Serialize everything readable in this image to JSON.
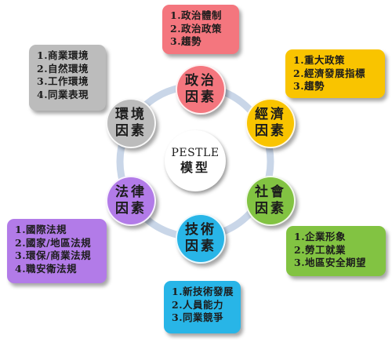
{
  "center": {
    "line1": "PESTLE",
    "line2": "模型"
  },
  "colors": {
    "ring": "#c9d6e8",
    "politics": "#f4767e",
    "economy": "#f9c400",
    "society": "#82c342",
    "technology": "#28b5e7",
    "law": "#b27be8",
    "environment": "#bcbcbc"
  },
  "factors": {
    "politics": {
      "name": "政治因素",
      "items": [
        "1.政治體制",
        "2.政治政策",
        "3.趨勢"
      ]
    },
    "economy": {
      "name": "經濟因素",
      "items": [
        "1.重大政策",
        "2.經濟發展指標",
        "3.趨勢"
      ]
    },
    "society": {
      "name": "社會因素",
      "items": [
        "1.企業形象",
        "2.勞工就業",
        "3.地區安全期望"
      ]
    },
    "technology": {
      "name": "技術因素",
      "items": [
        "1.新技術發展",
        "2.人員能力",
        "3.同業競爭"
      ]
    },
    "law": {
      "name": "法律因素",
      "items": [
        "1.國際法規",
        "2.國家/地區法規",
        "3.環保/商業法規",
        "4.職安衛法規"
      ]
    },
    "environment": {
      "name": "環境因素",
      "items": [
        "1.商業環境",
        "2.自然環境",
        "3.工作環境",
        "4.同業表現"
      ]
    }
  }
}
